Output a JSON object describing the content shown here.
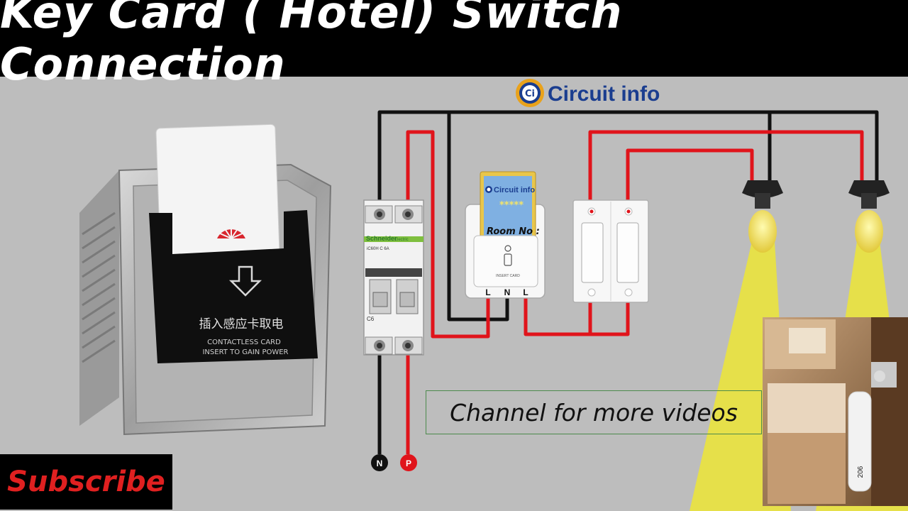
{
  "title": "Key Card ( Hotel) Switch Connection",
  "brand": {
    "logo_text": "Ci",
    "name": "Circuit info"
  },
  "keycard_product": {
    "label_cn": "插入感应卡取电",
    "label_en_1": "CONTACTLESS CARD",
    "label_en_2": "INSERT TO GAIN POWER"
  },
  "mcb": {
    "brand": "Schneider",
    "sub_brand": "Electric",
    "model": "iC60H  C 6A",
    "rating": "C6"
  },
  "keycard_switch": {
    "card_brand": "Circuit info",
    "card_stars": "*****",
    "card_room": "Room No :",
    "insert_label": "INSERT CARD",
    "terminal_labels": [
      "L",
      "N",
      "L"
    ]
  },
  "terminals": {
    "neutral": "N",
    "phase": "P"
  },
  "channel_text": "Channel for more videos",
  "subscribe_label": "Subscribe",
  "door_tag": "206",
  "colors": {
    "phase_wire": "#e0141b",
    "neutral_wire": "#111111",
    "light_beam": "#e6e04a",
    "brand_blue": "#1a3d8f",
    "subscribe_red": "#e02020"
  }
}
